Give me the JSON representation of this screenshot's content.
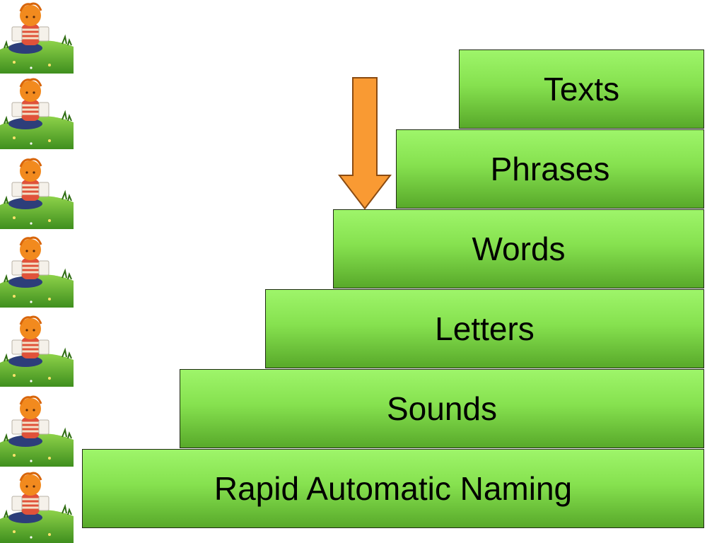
{
  "steps": [
    {
      "label": "Texts"
    },
    {
      "label": "Phrases"
    },
    {
      "label": "Words"
    },
    {
      "label": "Letters"
    },
    {
      "label": "Sounds"
    },
    {
      "label": "Rapid Automatic Naming"
    }
  ],
  "arrow": {
    "color": "#f99a33",
    "icon": "down-arrow-icon",
    "points_to": "Words"
  },
  "sidebar": {
    "icon": "child-reading-on-hill-icon",
    "count": 7
  },
  "colors": {
    "step_top": "#9ef56a",
    "step_bottom": "#58a92a",
    "border": "#1f2a14",
    "text": "#000000"
  }
}
